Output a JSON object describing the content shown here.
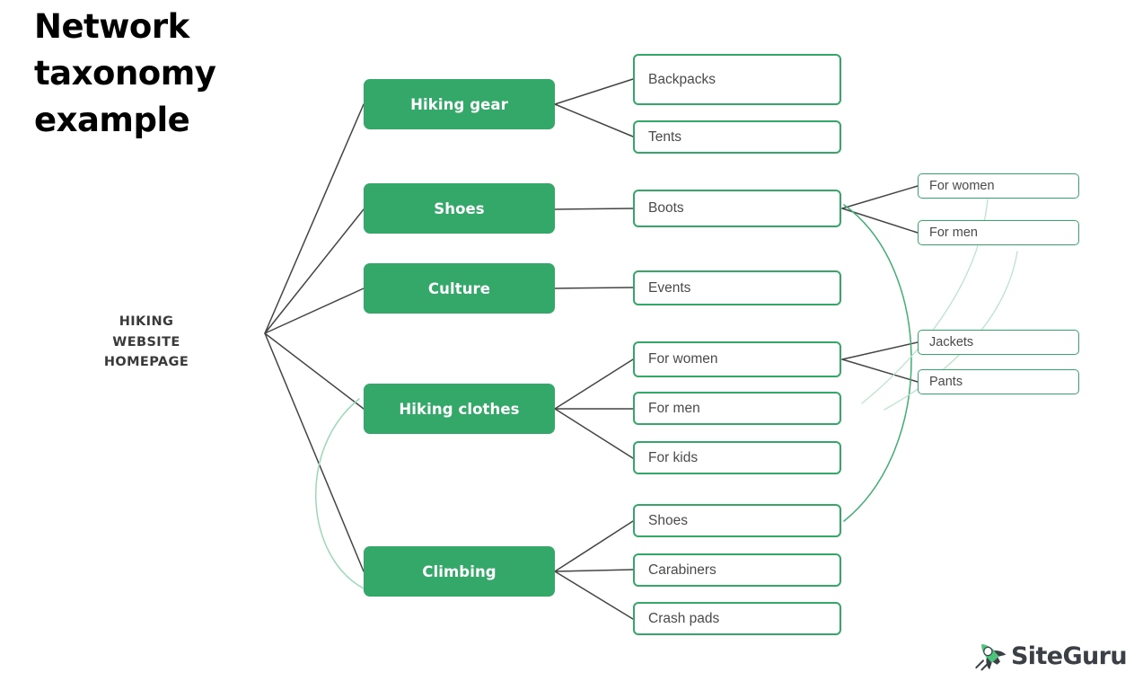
{
  "title": "Network\ntaxonomy\nexample",
  "root": {
    "label": "HIKING\nWEBSITE\nHOMEPAGE"
  },
  "colors": {
    "green": "#33a868",
    "green_faint": "#aadfc2",
    "link": "#444444",
    "leaf_text": "#4a4a4a",
    "title_text": "#000000"
  },
  "categories": [
    {
      "label": "Hiking gear"
    },
    {
      "label": "Shoes"
    },
    {
      "label": "Culture"
    },
    {
      "label": "Hiking clothes"
    },
    {
      "label": "Climbing"
    }
  ],
  "leaves": [
    {
      "label": "Backpacks"
    },
    {
      "label": "Tents"
    },
    {
      "label": "Boots"
    },
    {
      "label": "Events"
    },
    {
      "label": "For women"
    },
    {
      "label": "For men"
    },
    {
      "label": "For kids"
    },
    {
      "label": "Shoes"
    },
    {
      "label": "Carabiners"
    },
    {
      "label": "Crash pads"
    }
  ],
  "subleaves": [
    {
      "label": "For women"
    },
    {
      "label": "For men"
    },
    {
      "label": "Jackets"
    },
    {
      "label": "Pants"
    }
  ],
  "logo": {
    "text": "SiteGuru",
    "icon": "rocket-icon"
  },
  "chart_data": {
    "type": "diagram",
    "subtype": "network-taxonomy-tree",
    "title": "Network taxonomy example",
    "root": "HIKING WEBSITE HOMEPAGE",
    "levels": 3,
    "nodes": [
      {
        "id": "root",
        "label": "HIKING WEBSITE HOMEPAGE",
        "level": 0,
        "style": "plain-text"
      },
      {
        "id": "hiking-gear",
        "label": "Hiking gear",
        "level": 1,
        "style": "green-filled"
      },
      {
        "id": "shoes-cat",
        "label": "Shoes",
        "level": 1,
        "style": "green-filled"
      },
      {
        "id": "culture",
        "label": "Culture",
        "level": 1,
        "style": "green-filled"
      },
      {
        "id": "hiking-clothes",
        "label": "Hiking clothes",
        "level": 1,
        "style": "green-filled"
      },
      {
        "id": "climbing",
        "label": "Climbing",
        "level": 1,
        "style": "green-filled"
      },
      {
        "id": "backpacks",
        "label": "Backpacks",
        "level": 2,
        "style": "green-outline"
      },
      {
        "id": "tents",
        "label": "Tents",
        "level": 2,
        "style": "green-outline"
      },
      {
        "id": "boots",
        "label": "Boots",
        "level": 2,
        "style": "green-outline"
      },
      {
        "id": "events",
        "label": "Events",
        "level": 2,
        "style": "green-outline"
      },
      {
        "id": "clothes-women",
        "label": "For women",
        "level": 2,
        "style": "green-outline"
      },
      {
        "id": "clothes-men",
        "label": "For men",
        "level": 2,
        "style": "green-outline"
      },
      {
        "id": "clothes-kids",
        "label": "For kids",
        "level": 2,
        "style": "green-outline"
      },
      {
        "id": "climb-shoes",
        "label": "Shoes",
        "level": 2,
        "style": "green-outline"
      },
      {
        "id": "carabiners",
        "label": "Carabiners",
        "level": 2,
        "style": "green-outline"
      },
      {
        "id": "crash-pads",
        "label": "Crash pads",
        "level": 2,
        "style": "green-outline"
      },
      {
        "id": "boots-women",
        "label": "For women",
        "level": 3,
        "style": "green-outline"
      },
      {
        "id": "boots-men",
        "label": "For men",
        "level": 3,
        "style": "green-outline"
      },
      {
        "id": "jackets",
        "label": "Jackets",
        "level": 3,
        "style": "green-outline"
      },
      {
        "id": "pants",
        "label": "Pants",
        "level": 3,
        "style": "green-outline"
      }
    ],
    "edges": [
      {
        "from": "root",
        "to": "hiking-gear",
        "style": "straight-dark"
      },
      {
        "from": "root",
        "to": "shoes-cat",
        "style": "straight-dark"
      },
      {
        "from": "root",
        "to": "culture",
        "style": "straight-dark"
      },
      {
        "from": "root",
        "to": "hiking-clothes",
        "style": "straight-dark"
      },
      {
        "from": "root",
        "to": "climbing",
        "style": "straight-dark"
      },
      {
        "from": "hiking-gear",
        "to": "backpacks",
        "style": "straight-dark"
      },
      {
        "from": "hiking-gear",
        "to": "tents",
        "style": "straight-dark"
      },
      {
        "from": "shoes-cat",
        "to": "boots",
        "style": "straight-dark"
      },
      {
        "from": "culture",
        "to": "events",
        "style": "straight-dark"
      },
      {
        "from": "hiking-clothes",
        "to": "clothes-women",
        "style": "straight-dark"
      },
      {
        "from": "hiking-clothes",
        "to": "clothes-men",
        "style": "straight-dark"
      },
      {
        "from": "hiking-clothes",
        "to": "clothes-kids",
        "style": "straight-dark"
      },
      {
        "from": "climbing",
        "to": "climb-shoes",
        "style": "straight-dark"
      },
      {
        "from": "climbing",
        "to": "carabiners",
        "style": "straight-dark"
      },
      {
        "from": "climbing",
        "to": "crash-pads",
        "style": "straight-dark"
      },
      {
        "from": "boots",
        "to": "boots-women",
        "style": "straight-dark"
      },
      {
        "from": "boots",
        "to": "boots-men",
        "style": "straight-dark"
      },
      {
        "from": "clothes-women",
        "to": "jackets",
        "style": "straight-dark"
      },
      {
        "from": "clothes-women",
        "to": "pants",
        "style": "straight-dark"
      },
      {
        "from": "boots",
        "to": "climb-shoes",
        "style": "curved-green"
      },
      {
        "from": "climbing",
        "to": "hiking-clothes",
        "style": "curved-green-faint"
      },
      {
        "from": "boots-women",
        "to": "jackets",
        "style": "curved-green-faint"
      },
      {
        "from": "boots-men",
        "to": "pants",
        "style": "curved-green-faint"
      }
    ]
  }
}
